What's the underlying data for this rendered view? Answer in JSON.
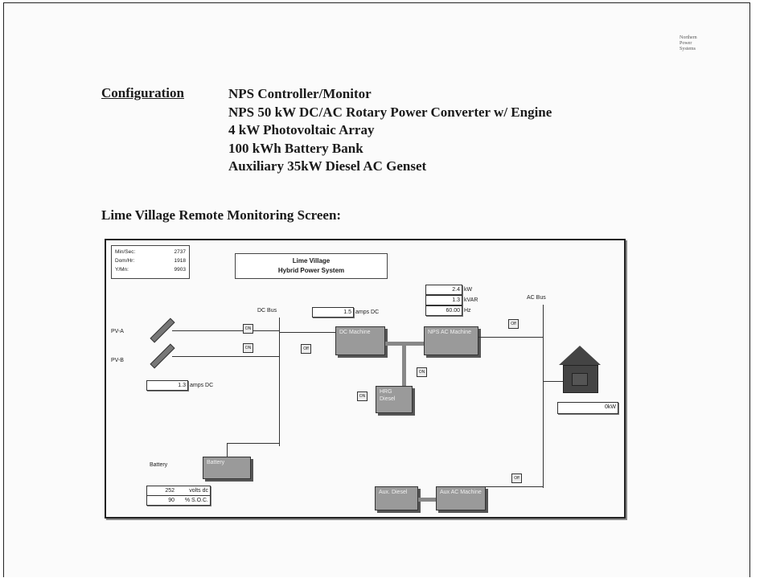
{
  "logo": {
    "line1": "Northern",
    "line2": "Power",
    "line3": "Systems"
  },
  "configuration": {
    "label": "Configuration",
    "items": [
      "NPS Controller/Monitor",
      "NPS 50 kW DC/AC Rotary Power Converter w/ Engine",
      "4 kW Photovoltaic Array",
      "100 kWh Battery Bank",
      "Auxiliary 35kW Diesel AC Genset"
    ]
  },
  "screen_title": "Lime Village Remote Monitoring Screen:",
  "screen": {
    "stats": [
      {
        "label": "Min/Sec:",
        "value": "2737"
      },
      {
        "label": "Dom/Hr:",
        "value": "1918"
      },
      {
        "label": "Y/Mn:",
        "value": "9903"
      }
    ],
    "title_line1": "Lime Village",
    "title_line2": "Hybrid Power System",
    "dc_bus": "DC Bus",
    "ac_bus": "AC Bus",
    "pv_a": "PV-A",
    "pv_b": "PV-B",
    "battery_label": "Battery",
    "readouts": {
      "dc_amps": {
        "value": "1.5",
        "unit": "amps DC"
      },
      "pv_amps": {
        "value": "1.3",
        "unit": "amps DC"
      },
      "kw": {
        "value": "2.4",
        "unit": "kW"
      },
      "kvar": {
        "value": "1.3",
        "unit": "kVAR"
      },
      "hz": {
        "value": "60.00",
        "unit": "Hz"
      },
      "load": {
        "value": "",
        "unit": "0kW"
      },
      "volts": {
        "value": "252",
        "unit": "volts dc"
      },
      "soc": {
        "value": "90",
        "unit": "% S.O.C."
      }
    },
    "machines": {
      "dc": "DC Machine",
      "nps_ac": "NPS AC Machine",
      "hrg": "HRG Diesel",
      "battery": "Battery",
      "aux_diesel": "Aux. Diesel",
      "aux_ac": "Aux AC Machine"
    },
    "switch_labels": {
      "on": "ON",
      "off": "Off"
    }
  }
}
